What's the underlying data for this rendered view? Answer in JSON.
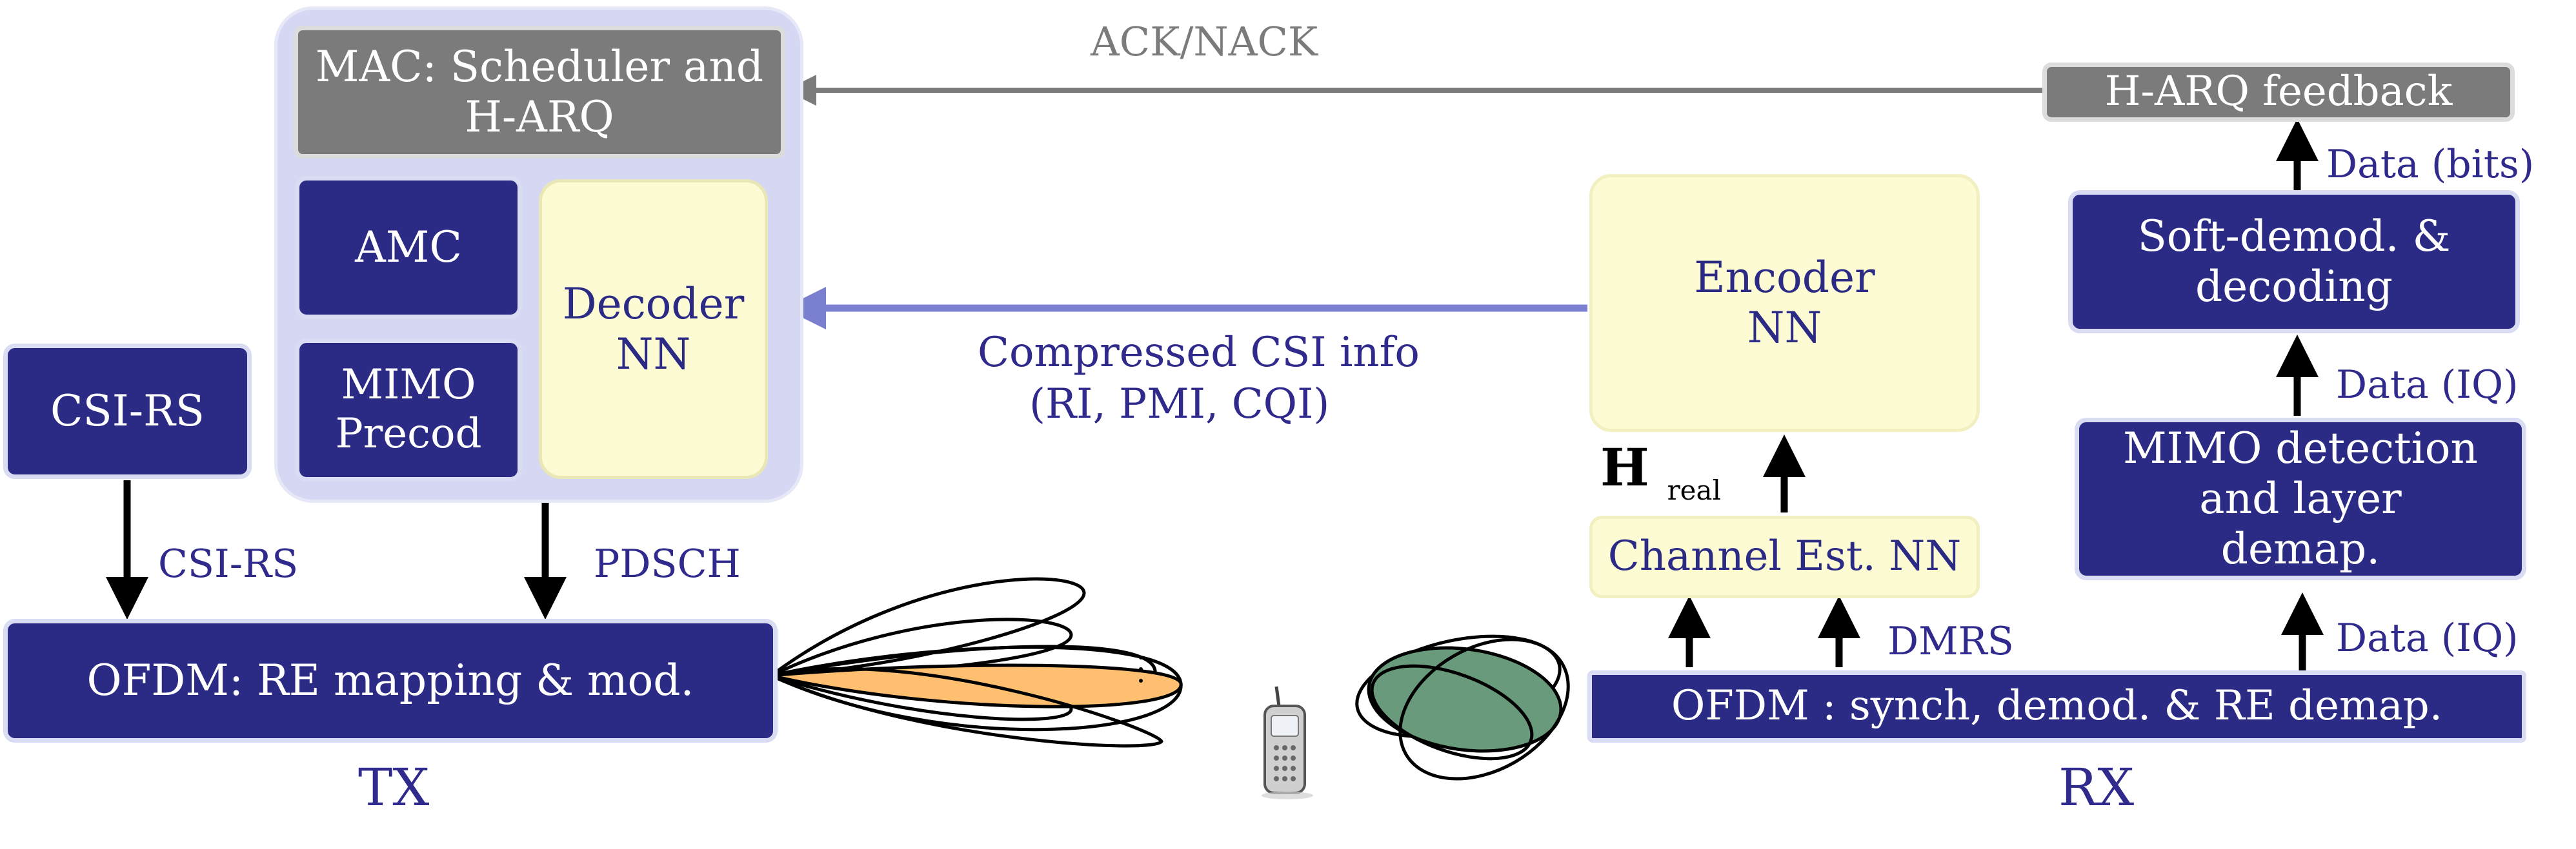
{
  "tx": {
    "mac": "MAC: Scheduler and H-ARQ",
    "amc": "AMC",
    "mimo": "MIMO Precod",
    "decoder": "Decoder NN",
    "csi_rs_box": "CSI-RS",
    "ofdm": "OFDM: RE mapping & mod.",
    "label": "TX",
    "arrow_csi_rs": "CSI-RS",
    "arrow_pdsch": "PDSCH"
  },
  "links": {
    "ack_nack": "ACK/NACK",
    "compressed_line1": "Compressed CSI info",
    "compressed_line2": "(RI, PMI, CQI)"
  },
  "rx": {
    "harq": "H-ARQ feedback",
    "data_bits": "Data (bits)",
    "soft_demod": "Soft-demod. & decoding",
    "data_iq_top": "Data (IQ)",
    "mimo_detection": "MIMO detection and layer demap.",
    "data_iq_bottom": "Data (IQ)",
    "encoder": "Encoder NN",
    "h_symbol": "H",
    "h_sub": "real",
    "channel_est": "Channel Est. NN",
    "dmrs": "DMRS",
    "ofdm": "OFDM : synch, demod. & RE demap.",
    "label": "RX"
  },
  "colors": {
    "navy": "#2b2a85",
    "mac_panel": "#d6d8f3",
    "grey": "#7b7b7b",
    "cream": "#fdfbd3",
    "orange_lobe": "#ffbf70",
    "green_lobe": "#6a9a7c",
    "link_blue": "#7b7fcf"
  },
  "icons": [
    "mobile-phone-icon"
  ]
}
